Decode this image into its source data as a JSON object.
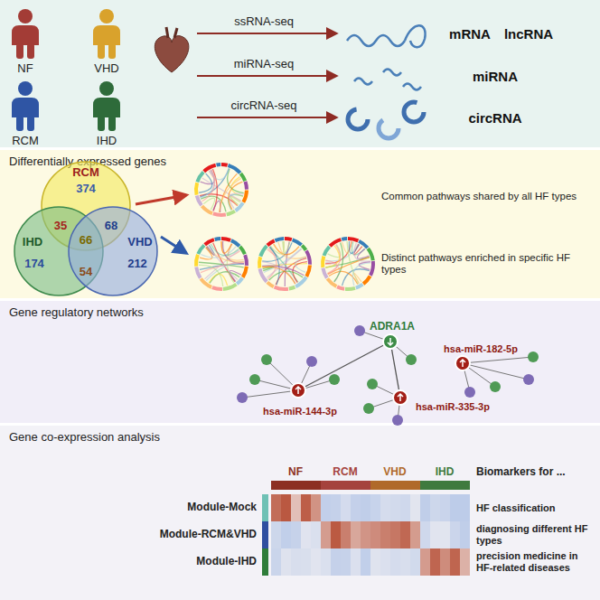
{
  "diagram": {
    "nodes": [
      {
        "text": [
          "Differentially expressed genes"
        ]
      },
      {
        "text": [
          "RCM",
          "374"
        ],
        "in": 0
      },
      {
        "text": [
          "IHD",
          "174"
        ],
        "in": 0
      },
      {
        "text": [
          "VHD",
          "212"
        ],
        "in": 0
      },
      {
        "text": [
          "Gene regulatory networks"
        ]
      },
      {
        "text": [
          "ADRA1A"
        ],
        "in": 4
      },
      {
        "text": [
          "hsa-miR-182-5p"
        ],
        "in": 4
      },
      {
        "text": [
          "hsa-miR-335-3p"
        ],
        "in": 4
      },
      {
        "text": [
          "hsa-miR-144-3p"
        ],
        "in": 4
      },
      {
        "text": [
          "Gene co-expression analysis"
        ]
      }
    ],
    "edges": [
      {
        "from": 8,
        "to": 5,
        "arrow": "none"
      },
      {
        "from": 5,
        "to": 7,
        "arrow": "none"
      }
    ],
    "labels": [
      "NF",
      "VHD",
      "RCM",
      "IHD",
      "ssRNA-seq",
      "miRNA-seq",
      "circRNA-seq",
      "mRNA",
      "lncRNA",
      "miRNA",
      "circRNA",
      "35",
      "68",
      "66",
      "54",
      "Common pathways shared by all HF types",
      "Distinct pathways enriched in specific HF types",
      "NF",
      "RCM",
      "VHD",
      "IHD",
      "Biomarkers for ...",
      "Module-Mock",
      "Module-RCM&VHD",
      "Module-IHD",
      "HF classification",
      "diagnosing different HF types",
      "precision medicine in HF-related diseases"
    ]
  }
}
